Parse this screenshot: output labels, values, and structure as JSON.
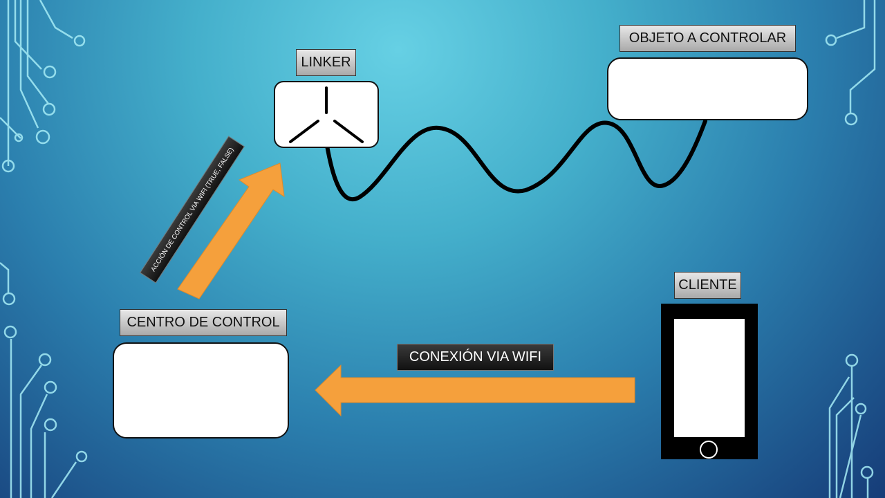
{
  "labels": {
    "linker": "LINKER",
    "object": "OBJETO A CONTROLAR",
    "client": "CLIENTE",
    "control_center": "CENTRO DE CONTROL",
    "wifi_connection": "CONEXIÓN VIA WIFI",
    "control_action": "ACCIÓN DE CONTROL VIA WIFI (TRUE, FALSE)"
  },
  "colors": {
    "arrow": "#f5a03c",
    "label_bg": "#c8c8c8",
    "dark_label_bg": "#1e1e1e",
    "background": "#44afcb",
    "circuit_lines": "#9ee6f2"
  },
  "icons": {
    "linker": "three-prong-splitter-icon",
    "client": "smartphone-icon"
  }
}
